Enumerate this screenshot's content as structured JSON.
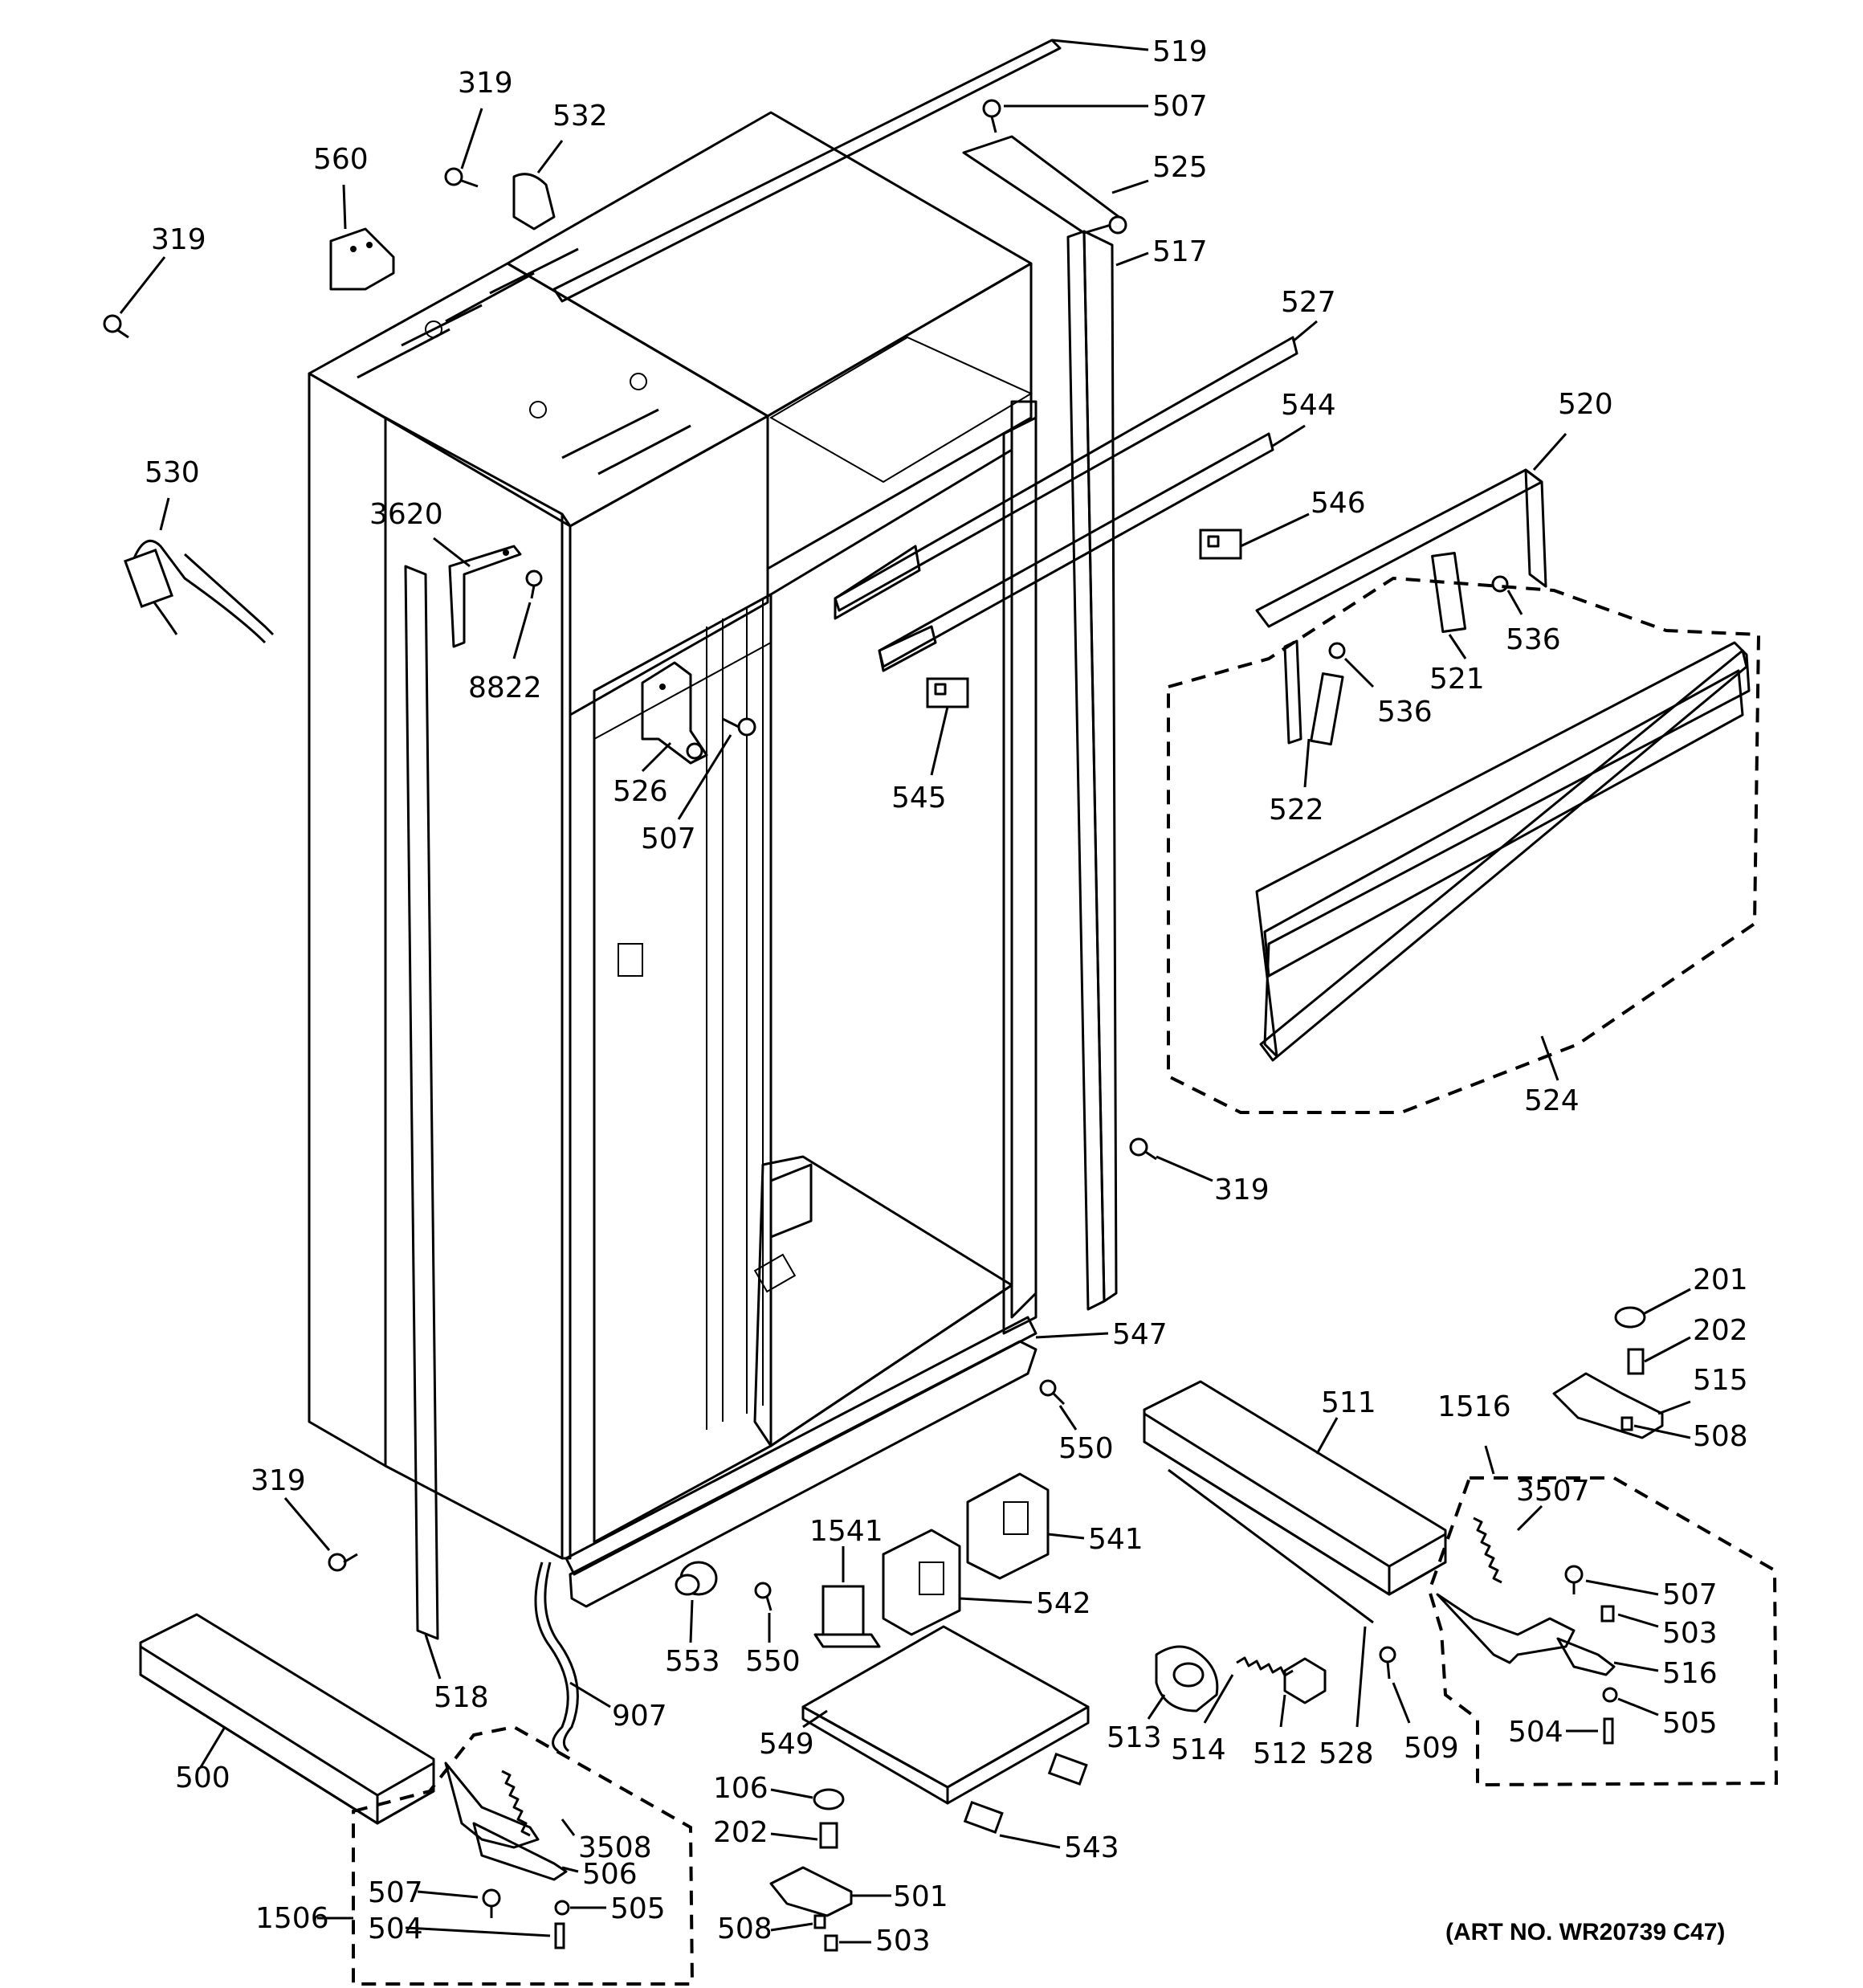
{
  "labels": {
    "l519": "519",
    "l507a": "507",
    "l525": "525",
    "l517": "517",
    "l527": "527",
    "l544": "544",
    "l520": "520",
    "l546": "546",
    "l536a": "536",
    "l521": "521",
    "l536b": "536",
    "l522": "522",
    "l524": "524",
    "l319a": "319",
    "l532": "532",
    "l560": "560",
    "l319b": "319",
    "l530": "530",
    "l3620": "3620",
    "l8822": "8822",
    "l526": "526",
    "l507b": "507",
    "l545": "545",
    "l319c": "319",
    "l547": "547",
    "l201": "201",
    "l202a": "202",
    "l515": "515",
    "l508a": "508",
    "l1516": "1516",
    "l3507": "3507",
    "l507c": "507",
    "l503a": "503",
    "l516": "516",
    "l505a": "505",
    "l504a": "504",
    "l511": "511",
    "l550a": "550",
    "l541": "541",
    "l1541": "1541",
    "l542": "542",
    "l319d": "319",
    "l553": "553",
    "l550b": "550",
    "l518": "518",
    "l907": "907",
    "l500": "500",
    "l549": "549",
    "l513": "513",
    "l514": "514",
    "l512": "512",
    "l528": "528",
    "l509": "509",
    "l3508": "3508",
    "l506": "506",
    "l507d": "507",
    "l505b": "505",
    "l1506": "1506",
    "l504b": "504",
    "l106": "106",
    "l202b": "202",
    "l543": "543",
    "l501": "501",
    "l508b": "508",
    "l503b": "503"
  },
  "art_number": "(ART NO. WR20739 C47)"
}
